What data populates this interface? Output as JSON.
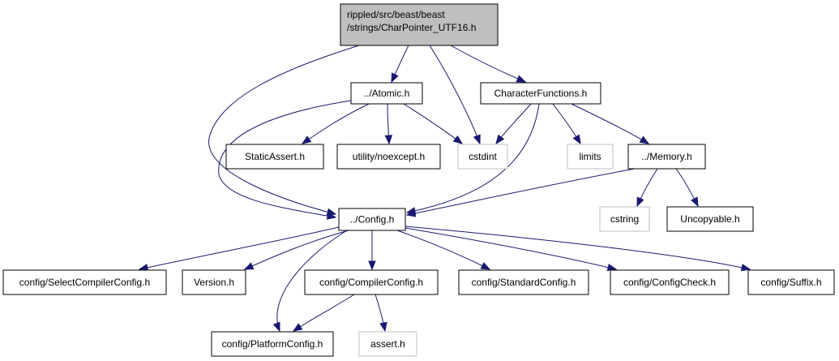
{
  "graph": {
    "type": "include-dependency-graph",
    "colors": {
      "edge": "#191970",
      "root_fill": "#bfbfbf",
      "node_border": "#000000",
      "external_border": "#bfbfbf"
    },
    "nodes": {
      "root": {
        "lines": [
          "rippled/src/beast/beast",
          "/strings/CharPointer_UTF16.h"
        ],
        "style": "root"
      },
      "atomic": {
        "lines": [
          "../Atomic.h"
        ],
        "style": "normal"
      },
      "charfunc": {
        "lines": [
          "CharacterFunctions.h"
        ],
        "style": "normal"
      },
      "staticassert": {
        "lines": [
          "StaticAssert.h"
        ],
        "style": "normal"
      },
      "noexcept": {
        "lines": [
          "utility/noexcept.h"
        ],
        "style": "normal"
      },
      "cstdint": {
        "lines": [
          "cstdint"
        ],
        "style": "external"
      },
      "limits": {
        "lines": [
          "limits"
        ],
        "style": "external"
      },
      "memory": {
        "lines": [
          "../Memory.h"
        ],
        "style": "normal"
      },
      "config": {
        "lines": [
          "../Config.h"
        ],
        "style": "normal"
      },
      "cstring": {
        "lines": [
          "cstring"
        ],
        "style": "external"
      },
      "uncopyable": {
        "lines": [
          "Uncopyable.h"
        ],
        "style": "normal"
      },
      "selectcompiler": {
        "lines": [
          "config/SelectCompilerConfig.h"
        ],
        "style": "normal"
      },
      "version": {
        "lines": [
          "Version.h"
        ],
        "style": "normal"
      },
      "compilerconfig": {
        "lines": [
          "config/CompilerConfig.h"
        ],
        "style": "normal"
      },
      "standardconfig": {
        "lines": [
          "config/StandardConfig.h"
        ],
        "style": "normal"
      },
      "configcheck": {
        "lines": [
          "config/ConfigCheck.h"
        ],
        "style": "normal"
      },
      "suffix": {
        "lines": [
          "config/Suffix.h"
        ],
        "style": "normal"
      },
      "platformconfig": {
        "lines": [
          "config/PlatformConfig.h"
        ],
        "style": "normal"
      },
      "assert": {
        "lines": [
          "assert.h"
        ],
        "style": "external"
      }
    },
    "edges": [
      {
        "from": "root",
        "to": "atomic"
      },
      {
        "from": "root",
        "to": "cstdint"
      },
      {
        "from": "root",
        "to": "charfunc"
      },
      {
        "from": "root",
        "to": "config"
      },
      {
        "from": "atomic",
        "to": "staticassert"
      },
      {
        "from": "atomic",
        "to": "noexcept"
      },
      {
        "from": "atomic",
        "to": "cstdint"
      },
      {
        "from": "atomic",
        "to": "config"
      },
      {
        "from": "charfunc",
        "to": "cstdint"
      },
      {
        "from": "charfunc",
        "to": "limits"
      },
      {
        "from": "charfunc",
        "to": "memory"
      },
      {
        "from": "charfunc",
        "to": "config"
      },
      {
        "from": "memory",
        "to": "config"
      },
      {
        "from": "memory",
        "to": "cstring"
      },
      {
        "from": "memory",
        "to": "uncopyable"
      },
      {
        "from": "config",
        "to": "selectcompiler"
      },
      {
        "from": "config",
        "to": "version"
      },
      {
        "from": "config",
        "to": "compilerconfig"
      },
      {
        "from": "config",
        "to": "standardconfig"
      },
      {
        "from": "config",
        "to": "configcheck"
      },
      {
        "from": "config",
        "to": "suffix"
      },
      {
        "from": "config",
        "to": "platformconfig"
      },
      {
        "from": "compilerconfig",
        "to": "platformconfig"
      },
      {
        "from": "compilerconfig",
        "to": "assert"
      }
    ]
  }
}
